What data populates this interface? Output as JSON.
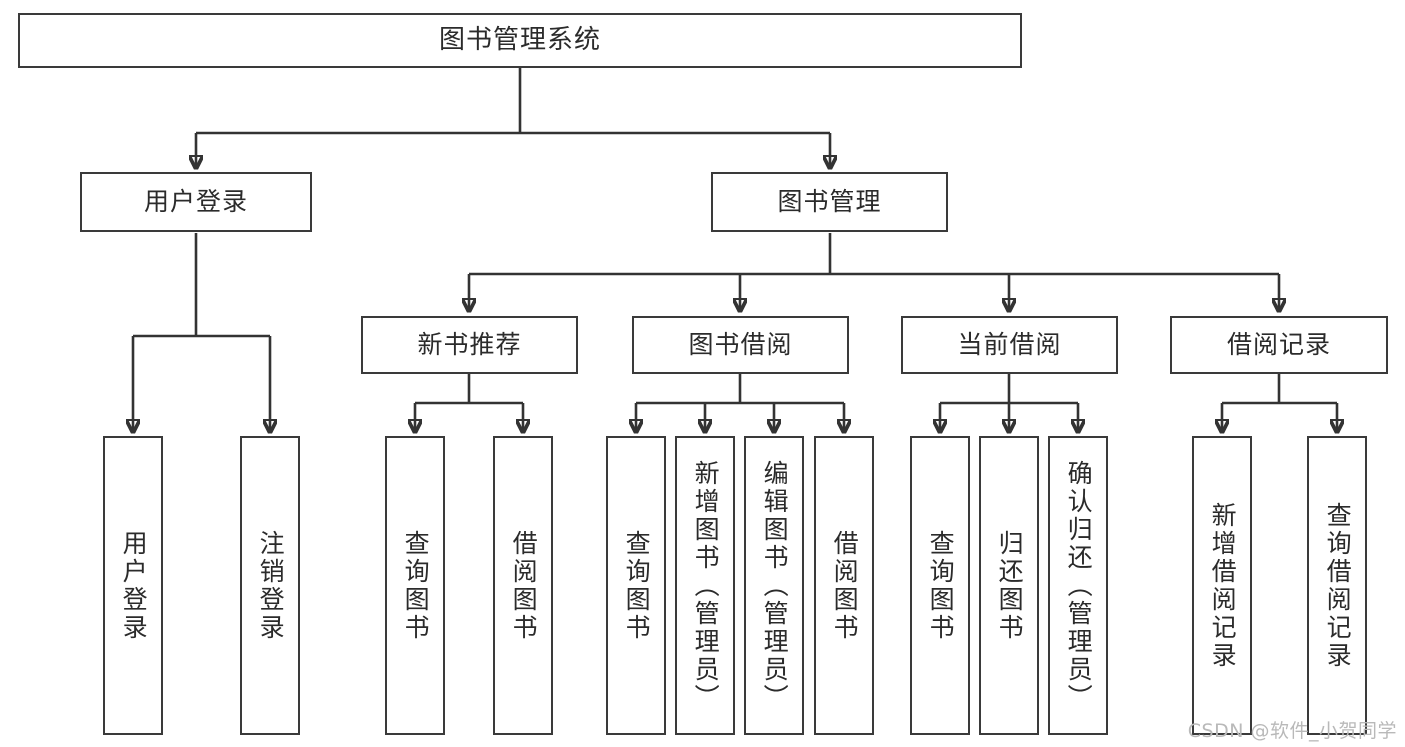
{
  "diagram": {
    "title": "图书管理系统",
    "type": "tree-hierarchy",
    "watermark": "CSDN @软件_小贺同学",
    "colors": {
      "stroke": "#333333",
      "box_border": "#3a3a3a",
      "text": "#2b2b2b",
      "background": "#ffffff",
      "watermark": "#b9b9b9"
    },
    "root": {
      "label": "图书管理系统"
    },
    "level2": [
      {
        "id": "user-login",
        "label": "用户登录"
      },
      {
        "id": "book-manage",
        "label": "图书管理"
      }
    ],
    "level3": [
      {
        "id": "new-book-recommend",
        "label": "新书推荐"
      },
      {
        "id": "book-borrow",
        "label": "图书借阅"
      },
      {
        "id": "current-borrow",
        "label": "当前借阅"
      },
      {
        "id": "borrow-record",
        "label": "借阅记录"
      }
    ],
    "leaves": {
      "user_login": [
        {
          "id": "leaf-user-login",
          "label": "用户登录"
        },
        {
          "id": "leaf-logout-login",
          "label": "注销登录"
        }
      ],
      "new_book_recommend": [
        {
          "id": "leaf-query-book-1",
          "label": "查询图书"
        },
        {
          "id": "leaf-borrow-book-1",
          "label": "借阅图书"
        }
      ],
      "book_borrow": [
        {
          "id": "leaf-query-book-2",
          "label": "查询图书"
        },
        {
          "id": "leaf-add-book",
          "label": "新增图书（管理员）"
        },
        {
          "id": "leaf-edit-book",
          "label": "编辑图书（管理员）"
        },
        {
          "id": "leaf-borrow-book-2",
          "label": "借阅图书"
        }
      ],
      "current_borrow": [
        {
          "id": "leaf-query-book-3",
          "label": "查询图书"
        },
        {
          "id": "leaf-return-book",
          "label": "归还图书"
        },
        {
          "id": "leaf-confirm-return",
          "label": "确认归还（管理员）"
        }
      ],
      "borrow_record": [
        {
          "id": "leaf-add-record",
          "label": "新增借阅记录"
        },
        {
          "id": "leaf-query-record",
          "label": "查询借阅记录"
        }
      ]
    }
  }
}
